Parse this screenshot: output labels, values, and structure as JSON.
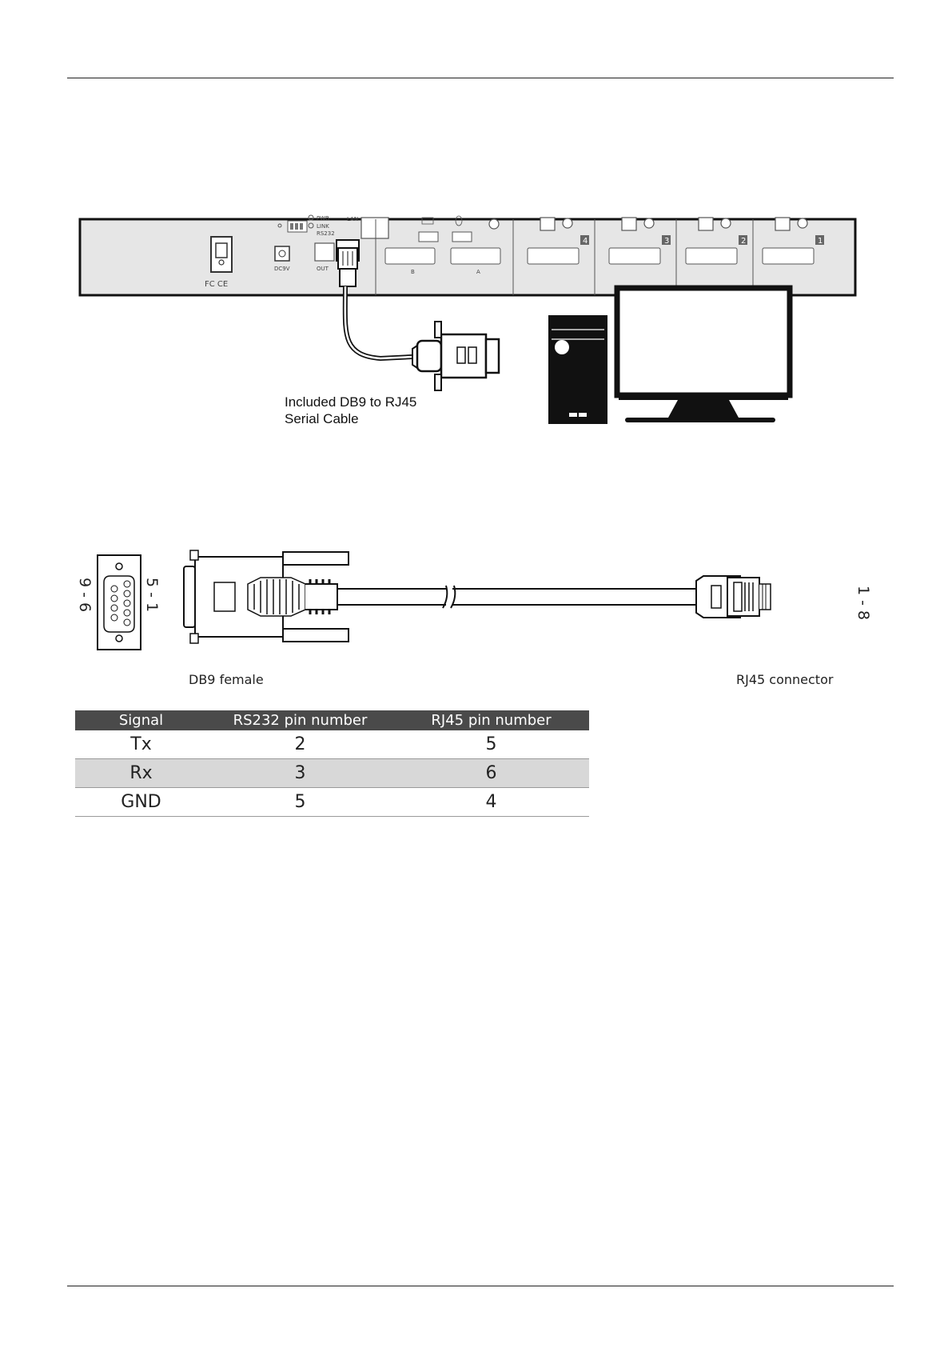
{
  "figure1": {
    "cable_label_line1": "Included DB9 to RJ45",
    "cable_label_line2": "Serial Cable",
    "panel": {
      "pwr": "PWR",
      "link": "LINK",
      "rs232": "RS232",
      "lan": "LAN",
      "dc": "DC9V",
      "out": "OUT",
      "fc_ce": "FC CE",
      "port_b": "B",
      "port_a": "A",
      "port_numbers": [
        "4",
        "3",
        "2",
        "1"
      ]
    }
  },
  "figure2": {
    "db9_pins_left": "9 - 6",
    "db9_pins_right": "5 - 1",
    "rj45_pins": "1 - 8",
    "db9_caption": "DB9 female",
    "rj45_caption": "RJ45 connector"
  },
  "table": {
    "headers": [
      "Signal",
      "RS232 pin number",
      "RJ45 pin number"
    ],
    "rows": [
      [
        "Tx",
        "2",
        "5"
      ],
      [
        "Rx",
        "3",
        "6"
      ],
      [
        "GND",
        "5",
        "4"
      ]
    ]
  }
}
